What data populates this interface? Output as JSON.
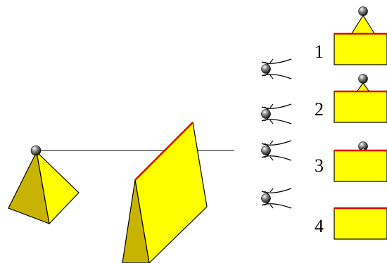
{
  "colors": {
    "face_light": "#ffff00",
    "face_dark": "#c8b400",
    "edge_highlight": "#e00000",
    "outline": "#000000",
    "sight_line": "#000000"
  },
  "icons": {
    "eye": "eye-icon",
    "ball": "sphere-icon"
  },
  "views": [
    {
      "label": "1"
    },
    {
      "label": "2"
    },
    {
      "label": "3"
    },
    {
      "label": "4"
    }
  ]
}
